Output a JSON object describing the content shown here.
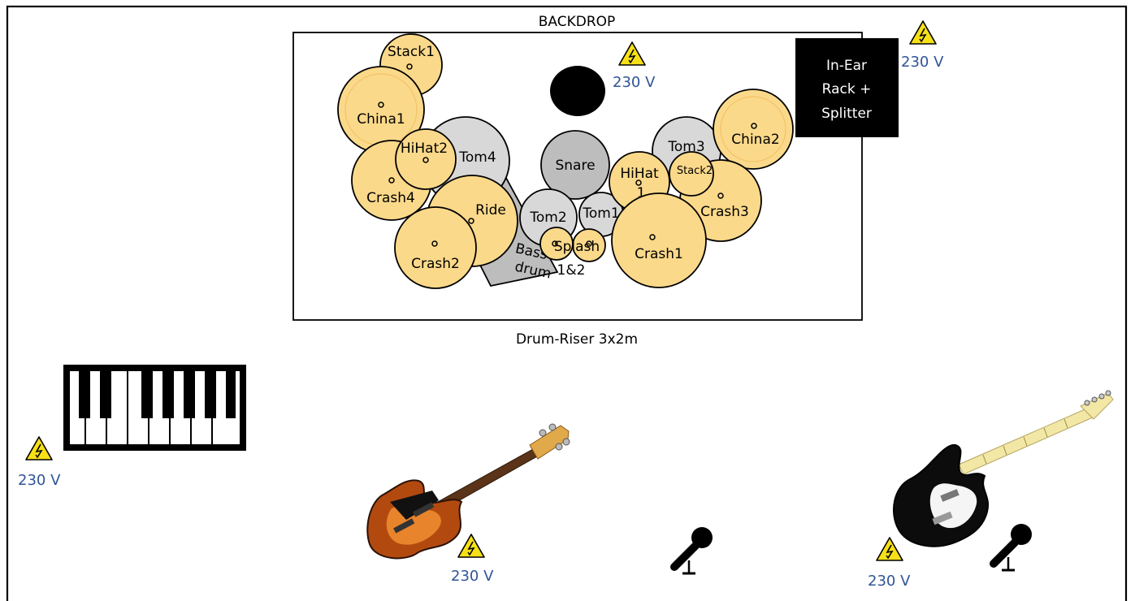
{
  "stage": {
    "backdrop_label": "BACKDROP",
    "riser_label": "Drum-Riser 3x2m"
  },
  "inear": {
    "line1": "In-Ear",
    "line2": "Rack +",
    "line3": "Splitter"
  },
  "drums": {
    "stack1": "Stack1",
    "china1": "China1",
    "hihat2": "HiHat2",
    "tom4": "Tom4",
    "crash4": "Crash4",
    "ride": "Ride",
    "crash2": "Crash2",
    "bass_line1": "Bass",
    "bass_line2": "drum",
    "tom2": "Tom2",
    "tom1": "Tom1",
    "splash_label": "Splash",
    "splash_sub": "1&2",
    "snare": "Snare",
    "hihat1_line1": "HiHat",
    "hihat1_line2": "1",
    "crash1": "Crash1",
    "tom3": "Tom3",
    "stack2": "Stack2",
    "china2": "China2",
    "crash3": "Crash3"
  },
  "power": {
    "riser": "230 V",
    "top_right": "230 V",
    "keys": "230 V",
    "bass": "230 V",
    "guitar": "230 V"
  },
  "icons": [
    "warning-icon",
    "keyboard-icon",
    "bass-guitar-icon",
    "electric-guitar-icon",
    "microphone-icon"
  ]
}
